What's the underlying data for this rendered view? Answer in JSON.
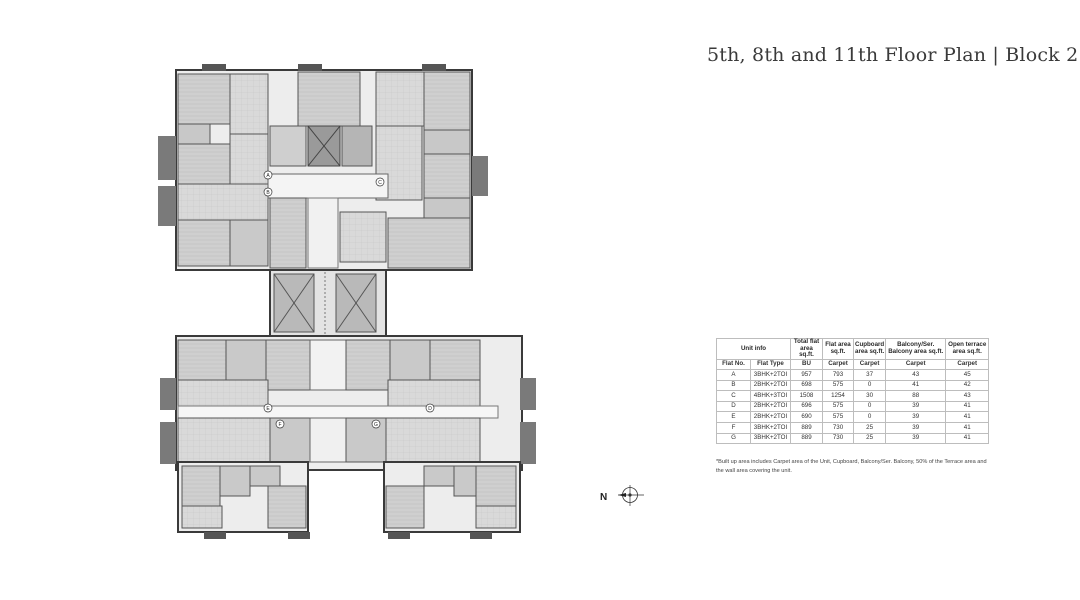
{
  "title": "5th, 8th and 11th Floor Plan | Block 2",
  "floor_plan": {
    "icon": "floor-plan-drawing",
    "unit_tags": [
      "A",
      "B",
      "C",
      "D",
      "E",
      "F",
      "G"
    ]
  },
  "table": {
    "header_row1": [
      "Unit info",
      "Total flat area sq.ft.",
      "Flat area sq.ft.",
      "Cupboard area sq.ft.",
      "Balcony/Ser. Balcony area sq.ft.",
      "Open terrace area sq.ft."
    ],
    "header_row2": [
      "Flat No.",
      "Flat Type",
      "BU",
      "Carpet",
      "Carpet",
      "Carpet",
      "Carpet"
    ],
    "rows": [
      [
        "A",
        "3BHK+2TOI",
        "957",
        "793",
        "37",
        "43",
        "45"
      ],
      [
        "B",
        "2BHK+2TOI",
        "698",
        "575",
        "0",
        "41",
        "42"
      ],
      [
        "C",
        "4BHK+3TOI",
        "1508",
        "1254",
        "30",
        "88",
        "43"
      ],
      [
        "D",
        "2BHK+2TOI",
        "696",
        "575",
        "0",
        "39",
        "41"
      ],
      [
        "E",
        "2BHK+2TOI",
        "690",
        "575",
        "0",
        "39",
        "41"
      ],
      [
        "F",
        "3BHK+2TOI",
        "889",
        "730",
        "25",
        "39",
        "41"
      ],
      [
        "G",
        "3BHK+2TOI",
        "889",
        "730",
        "25",
        "39",
        "41"
      ]
    ]
  },
  "note": "*Built up area includes Carpet area of the Unit, Cupboard, Balcony/Ser. Balcony, 50% of the Terrace area and the wall area covering the unit.",
  "compass": {
    "label": "N",
    "icon": "north-arrow-icon"
  }
}
